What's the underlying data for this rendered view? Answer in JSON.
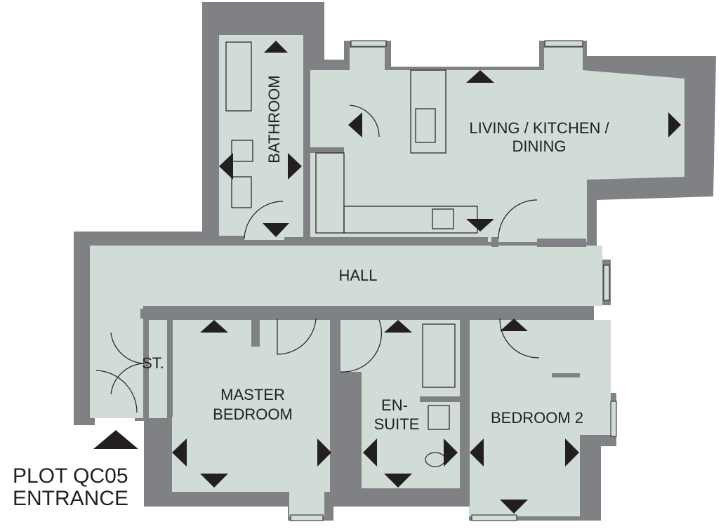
{
  "colors": {
    "wall": "#808184",
    "floor": "#d1dcd6",
    "marker": "#231f20",
    "background": "#ffffff"
  },
  "rooms": {
    "living": {
      "line1": "LIVING / KITCHEN /",
      "line2": "DINING"
    },
    "bathroom": "BATHROOM",
    "hall": "HALL",
    "store": "ST.",
    "master": {
      "line1": "MASTER",
      "line2": "BEDROOM"
    },
    "ensuite": {
      "line1": "EN-",
      "line2": "SUITE"
    },
    "bedroom2": "BEDROOM 2"
  },
  "entrance": {
    "line1": "PLOT QC05",
    "line2": "ENTRANCE"
  }
}
